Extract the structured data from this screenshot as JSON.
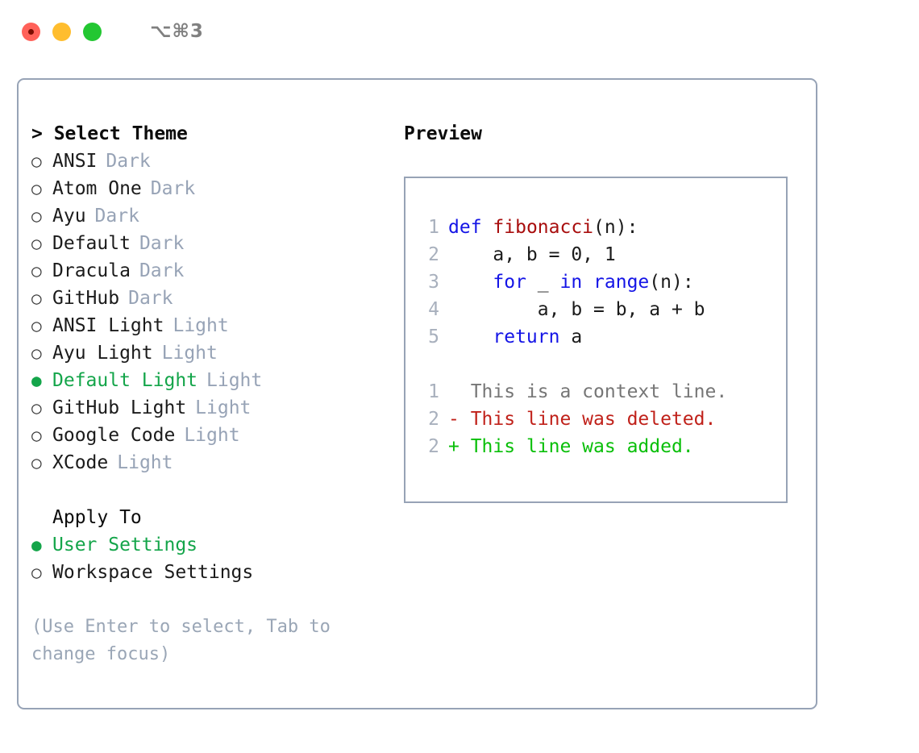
{
  "titlebar": {
    "shortcut": "⌥⌘3",
    "buttons": [
      {
        "name": "close",
        "color": "#ff6159"
      },
      {
        "name": "minimize",
        "color": "#ffbd2e"
      },
      {
        "name": "maximize",
        "color": "#23c732"
      }
    ]
  },
  "theme_list": {
    "header": "> Select Theme",
    "bullet_unselected": "○",
    "bullet_selected": "●",
    "items": [
      {
        "name": "ANSI",
        "tag": "Dark",
        "selected": false
      },
      {
        "name": "Atom One",
        "tag": "Dark",
        "selected": false
      },
      {
        "name": "Ayu",
        "tag": "Dark",
        "selected": false
      },
      {
        "name": "Default",
        "tag": "Dark",
        "selected": false
      },
      {
        "name": "Dracula",
        "tag": "Dark",
        "selected": false
      },
      {
        "name": "GitHub",
        "tag": "Dark",
        "selected": false
      },
      {
        "name": "ANSI Light",
        "tag": "Light",
        "selected": false
      },
      {
        "name": "Ayu Light",
        "tag": "Light",
        "selected": false
      },
      {
        "name": "Default Light",
        "tag": "Light",
        "selected": true
      },
      {
        "name": "GitHub Light",
        "tag": "Light",
        "selected": false
      },
      {
        "name": "Google Code",
        "tag": "Light",
        "selected": false
      },
      {
        "name": "XCode",
        "tag": "Light",
        "selected": false
      }
    ]
  },
  "apply_to": {
    "header": "Apply To",
    "options": [
      {
        "name": "User Settings",
        "selected": true
      },
      {
        "name": "Workspace Settings",
        "selected": false
      }
    ]
  },
  "hint": "(Use Enter to select, Tab to change focus)",
  "preview": {
    "header": "Preview",
    "code_lines": [
      {
        "num": "1",
        "tokens": [
          {
            "t": "def",
            "c": "kw"
          },
          {
            "t": " ",
            "c": "plain"
          },
          {
            "t": "fibonacci",
            "c": "fn"
          },
          {
            "t": "(n):",
            "c": "plain"
          }
        ]
      },
      {
        "num": "2",
        "tokens": [
          {
            "t": "    a, b = 0, 1",
            "c": "plain"
          }
        ]
      },
      {
        "num": "3",
        "tokens": [
          {
            "t": "    ",
            "c": "plain"
          },
          {
            "t": "for",
            "c": "kw"
          },
          {
            "t": " _ ",
            "c": "plain"
          },
          {
            "t": "in",
            "c": "kw"
          },
          {
            "t": " ",
            "c": "plain"
          },
          {
            "t": "range",
            "c": "kw"
          },
          {
            "t": "(n):",
            "c": "plain"
          }
        ]
      },
      {
        "num": "4",
        "tokens": [
          {
            "t": "        a, b = b, a + b",
            "c": "plain"
          }
        ]
      },
      {
        "num": "5",
        "tokens": [
          {
            "t": "    ",
            "c": "plain"
          },
          {
            "t": "return",
            "c": "kw"
          },
          {
            "t": " a",
            "c": "plain"
          }
        ]
      }
    ],
    "diff_lines": [
      {
        "num": "1",
        "marker": "  ",
        "text": "This is a context line.",
        "kind": "ctx"
      },
      {
        "num": "2",
        "marker": "- ",
        "text": "This line was deleted.",
        "kind": "del"
      },
      {
        "num": "2",
        "marker": "+ ",
        "text": "This line was added.",
        "kind": "add"
      }
    ]
  },
  "colors": {
    "accent_green": "#14a54a",
    "muted": "#97a3b6",
    "keyword_blue": "#1414e6",
    "function_red": "#a80d0d",
    "diff_add": "#09bf09",
    "diff_del": "#c0211a",
    "border": "#97a3b6"
  }
}
